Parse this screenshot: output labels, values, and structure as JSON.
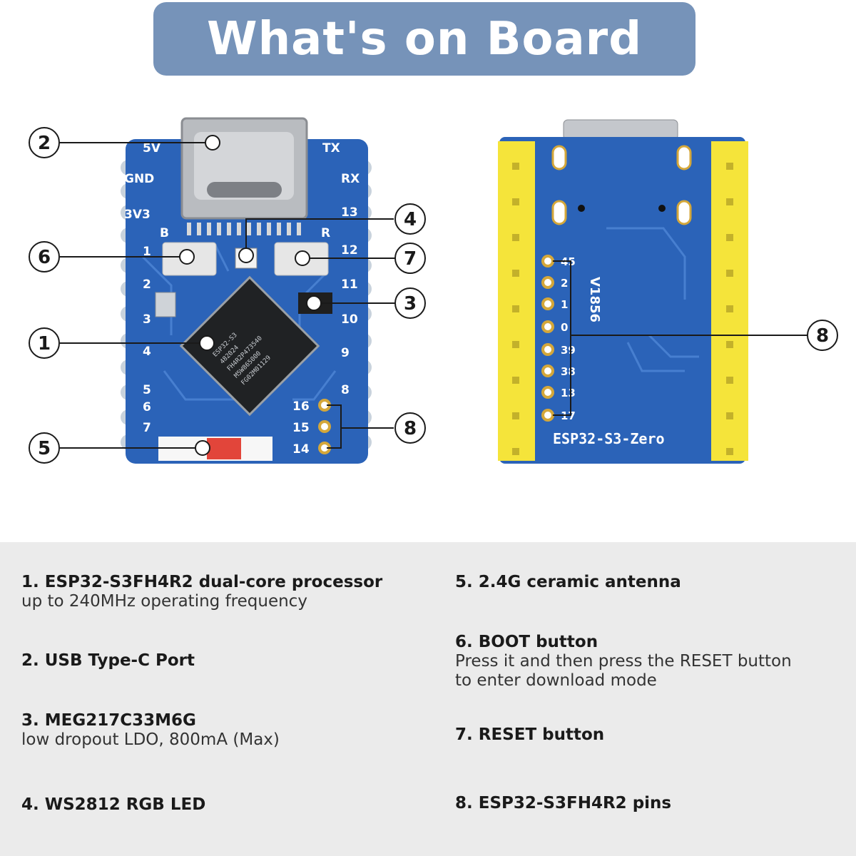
{
  "title": "What's on Board",
  "front_board": {
    "pin_labels_left": [
      "5V",
      "GND",
      "3V3",
      "B",
      "1",
      "2",
      "3",
      "4",
      "5",
      "6",
      "7"
    ],
    "pin_labels_right": [
      "TX",
      "RX",
      "13",
      "R",
      "12",
      "11",
      "10",
      "9",
      "8"
    ],
    "bottom_pins": [
      "16",
      "15",
      "14"
    ],
    "chip_text": [
      "ESP32-S3",
      "482024",
      "FH4R2P473540",
      "M5W865000",
      "FG02M01129"
    ]
  },
  "back_board": {
    "pin_labels": [
      "45",
      "2",
      "1",
      "0",
      "39",
      "38",
      "13",
      "17"
    ],
    "version": "V1856",
    "name": "ESP32-S3-Zero"
  },
  "callouts": [
    "2",
    "4",
    "6",
    "7",
    "3",
    "1",
    "8",
    "5",
    "8"
  ],
  "features": [
    {
      "title": "1. ESP32-S3FH4R2 dual-core processor",
      "desc": "up to 240MHz operating frequency"
    },
    {
      "title": "2. USB Type-C Port",
      "desc": ""
    },
    {
      "title": "3. MEG217C33M6G",
      "desc": "low dropout LDO, 800mA (Max)"
    },
    {
      "title": "4. WS2812 RGB LED",
      "desc": ""
    },
    {
      "title": "5. 2.4G ceramic antenna",
      "desc": ""
    },
    {
      "title": "6. BOOT button",
      "desc": "Press it and then press the RESET button",
      "desc2": "to enter download mode"
    },
    {
      "title": "7. RESET button",
      "desc": ""
    },
    {
      "title": "8. ESP32-S3FH4R2 pins",
      "desc": ""
    }
  ],
  "colors": {
    "banner": "#7693b9",
    "pcb": "#2b63b8",
    "header": "#f5e43a"
  }
}
